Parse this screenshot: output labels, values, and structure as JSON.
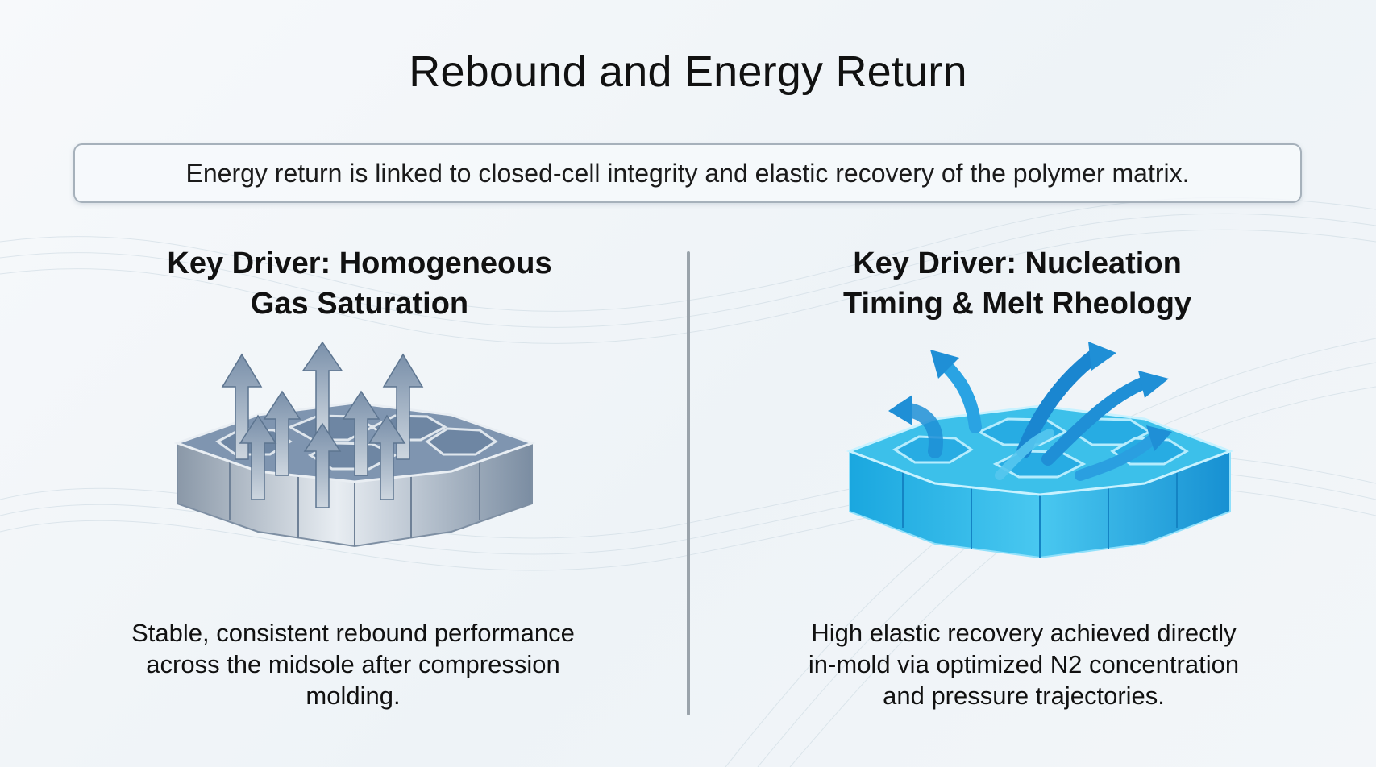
{
  "title": "Rebound and Energy Return",
  "summary": "Energy return is linked to closed-cell integrity and elastic recovery of the polymer matrix.",
  "left": {
    "heading_line1": "Key Driver: Homogeneous",
    "heading_line2": "Gas Saturation",
    "description_line1": "Stable, consistent rebound performance",
    "description_line2": "across the midsole after compression",
    "description_line3": "molding.",
    "illustration_icon": "honeycomb-uniform-arrows-icon",
    "colors": {
      "top": "#7e93ad",
      "side": "#b8c2cd",
      "arrow": "#8398b0"
    }
  },
  "right": {
    "heading_line1": "Key Driver: Nucleation",
    "heading_line2": "Timing & Melt Rheology",
    "description_line1": "High elastic recovery achieved directly",
    "description_line2": "in-mold via optimized N2 concentration",
    "description_line3": "and pressure trajectories.",
    "illustration_icon": "honeycomb-dynamic-flow-icon",
    "colors": {
      "top": "#39bde8",
      "side": "#1e9fdc",
      "arrow": "#1f8fd6"
    }
  }
}
